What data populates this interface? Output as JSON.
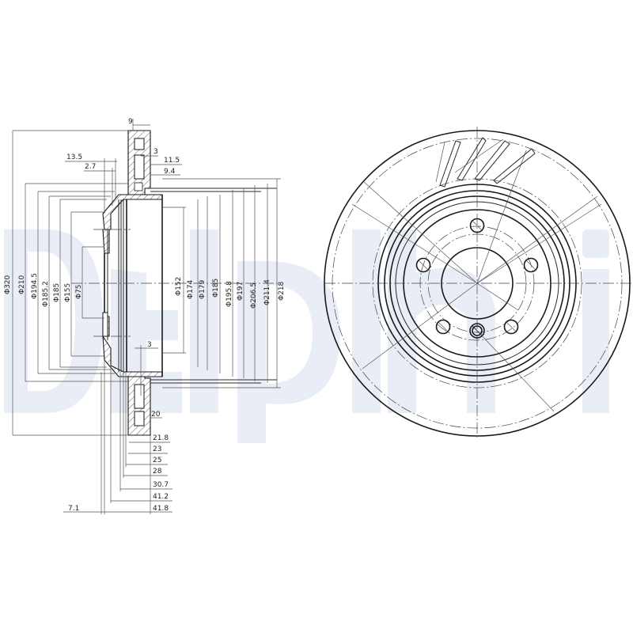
{
  "drawing": {
    "title": "Brake disc technical drawing",
    "watermark": "Delphi",
    "watermark_color": "#e9eef6",
    "line_color": "#1a1a1a"
  },
  "section_view": {
    "diameters": {
      "d320": "Φ320",
      "d210": "Φ210",
      "d194_5": "Φ194.5",
      "d185_2": "Φ185.2",
      "d185_left": "Φ185",
      "d155": "Φ155",
      "d75": "Φ75",
      "d152": "Φ152",
      "d174": "Φ174",
      "d179": "Φ179",
      "d185_right": "Φ185",
      "d195_8": "Φ195.8",
      "d197": "Φ197",
      "d206_5": "Φ206.5",
      "d211_4": "Φ211.4",
      "d218": "Φ218"
    },
    "top_dims": {
      "w9": "9",
      "w3_top": "3",
      "w11_5": "11.5",
      "w9_4": "9.4",
      "w13_5": "13.5",
      "w2_7": "2.7"
    },
    "bottom_dims": {
      "w3_bottom": "3",
      "w20": "20",
      "w21_8": "21.8",
      "w23": "23",
      "w25": "25",
      "w28": "28",
      "w30_7": "30.7",
      "w41_2": "41.2",
      "w41_8": "41.8",
      "w7_1": "7.1"
    }
  },
  "front_view": {
    "bolt_holes": 5,
    "locating_holes": 1,
    "cooling_vanes_shown": 4
  }
}
